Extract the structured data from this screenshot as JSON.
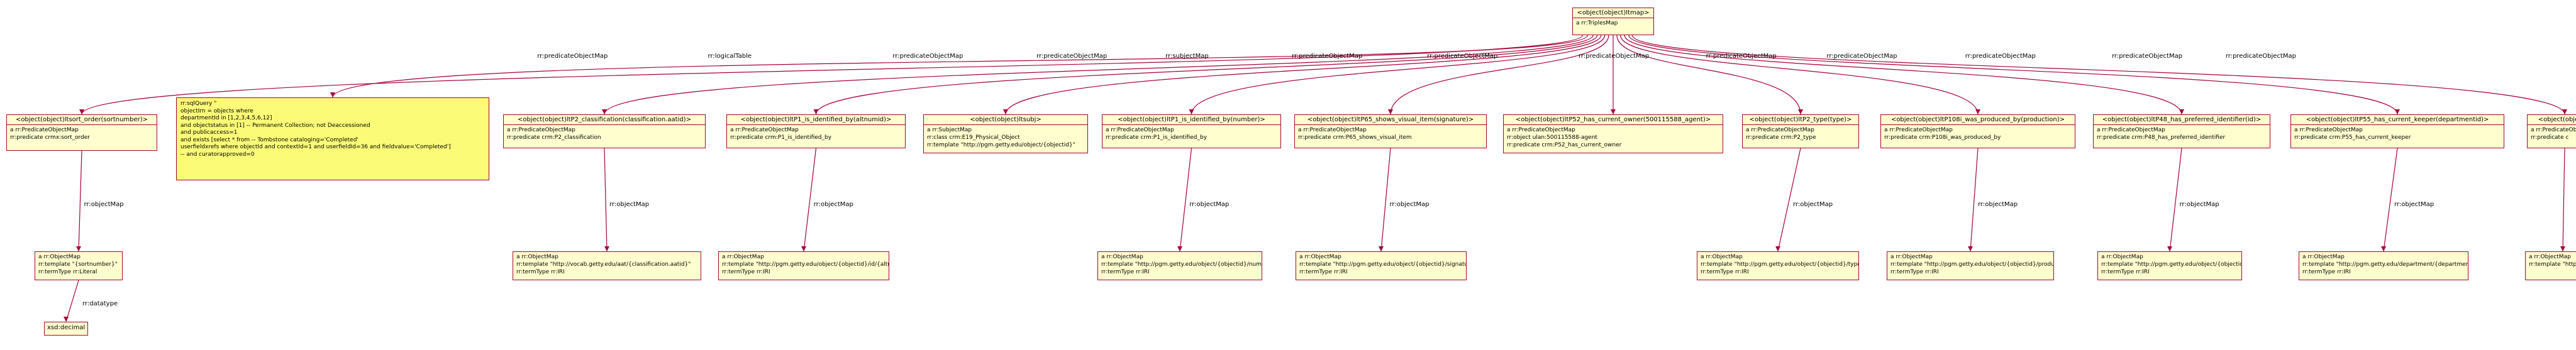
{
  "root": {
    "title": "<object(object)ltmap>",
    "lines": [
      "a rr:TriplesMap"
    ]
  },
  "top_edge_labels": [
    "rr:predicateObjectMap",
    "rr:logicalTable",
    "rr:predicateObjectMap",
    "rr:predicateObjectMap",
    "rr:subjectMap",
    "rr:predicateObjectMap",
    "rr:predicateObjectMap",
    "rr:predicateObjectMap",
    "rr:predicateObjectMap",
    "rr:predicateObjectMap",
    "rr:predicateObjectMap",
    "rr:predicateObjectMap",
    "rr:predicateObjectMap"
  ],
  "query_note": {
    "lines": [
      "rr:sqlQuery \"",
      "  objectIrn = objects where",
      "  departmentId in [1,2,3,4,5,6,12]",
      "  and objectstatus in [1] -- Permanent Collection; not Deaccessioned",
      "  and publicaccess=1",
      "  and exists [select * from -- Tombstone cataloging='Completed'",
      "    userfieldxrefs where objectId and contextId=1 and userfieldId=36 and fieldvalue='Completed']",
      "  -- and curatorapproved=0"
    ]
  },
  "nodes": [
    {
      "title": "<object(object)ltsort_order(sortnumber)>",
      "lines": [
        "a rr:PredicateObjectMap",
        "rr:predicate crmx:sort_order"
      ],
      "child_edge": "rr:objectMap",
      "child": [
        "a rr:ObjectMap",
        "rr:template \"{sortnumber}\"",
        "rr:termType rr:Literal"
      ],
      "literal_edge": "rr:datatype",
      "literal": "xsd:decimal"
    },
    {
      "title": "<object(object)ltP2_classification(classification.aatid)>",
      "lines": [
        "a rr:PredicateObjectMap",
        "rr:predicate crm:P2_classification"
      ],
      "child_edge": "rr:objectMap",
      "child": [
        "a rr:ObjectMap",
        "rr:template \"http://vocab.getty.edu/aat/{classification.aatid}\"",
        "rr:termType rr:IRI"
      ]
    },
    {
      "title": "<object(object)ltP1_is_identified_by(altnumid)>",
      "lines": [
        "a rr:PredicateObjectMap",
        "rr:predicate crm:P1_is_identified_by"
      ],
      "child_edge": "rr:objectMap",
      "child": [
        "a rr:ObjectMap",
        "rr:template \"http://pgm.getty.edu/object/{objectid}/id/{altnumid}\"",
        "rr:termType rr:IRI"
      ]
    },
    {
      "title": "<object(object)ltsubj>",
      "lines": [
        "a rr:SubjectMap",
        "rr:class crm:E19_Physical_Object",
        "rr:template \"http://pgm.getty.edu/object/{objectid}\""
      ]
    },
    {
      "title": "<object(object)ltP1_is_identified_by(number)>",
      "lines": [
        "a rr:PredicateObjectMap",
        "rr:predicate crm:P1_is_identified_by"
      ],
      "child_edge": "rr:objectMap",
      "child": [
        "a rr:ObjectMap",
        "rr:template \"http://pgm.getty.edu/object/{objectid}/number\"",
        "rr:termType rr:IRI"
      ]
    },
    {
      "title": "<object(object)ltP65_shows_visual_item(signature)>",
      "lines": [
        "a rr:PredicateObjectMap",
        "rr:predicate crm:P65_shows_visual_item"
      ],
      "child_edge": "rr:objectMap",
      "child": [
        "a rr:ObjectMap",
        "rr:template \"http://pgm.getty.edu/object/{objectid}/signature\"",
        "rr:termType rr:IRI"
      ]
    },
    {
      "title": "<object(object)ltP52_has_current_owner(500115588_agent)>",
      "lines": [
        "a rr:PredicateObjectMap",
        "rr:object ulan:500115588-agent",
        "rr:predicate crm:P52_has_current_owner"
      ]
    },
    {
      "title": "<object(object)ltP2_type(type)>",
      "lines": [
        "a rr:PredicateObjectMap",
        "rr:predicate crm:P2_type"
      ],
      "child_edge": "rr:objectMap",
      "child": [
        "a rr:ObjectMap",
        "rr:template \"http://pgm.getty.edu/object/{objectid}/type\"",
        "rr:termType rr:IRI"
      ]
    },
    {
      "title": "<object(object)ltP108i_was_produced_by(production)>",
      "lines": [
        "a rr:PredicateObjectMap",
        "rr:predicate crm:P108i_was_produced_by"
      ],
      "child_edge": "rr:objectMap",
      "child": [
        "a rr:ObjectMap",
        "rr:template \"http://pgm.getty.edu/object/{objectid}/production\"",
        "rr:termType rr:IRI"
      ]
    },
    {
      "title": "<object(object)ltP48_has_preferred_identifier(id)>",
      "lines": [
        "a rr:PredicateObjectMap",
        "rr:predicate crm:P48_has_preferred_identifier"
      ],
      "child_edge": "rr:objectMap",
      "child": [
        "a rr:ObjectMap",
        "rr:template \"http://pgm.getty.edu/object/{objectid}/id\"",
        "rr:termType rr:IRI"
      ]
    },
    {
      "title": "<object(object)ltP55_has_current_keeper(departmentid)>",
      "lines": [
        "a rr:PredicateObjectMap",
        "rr:predicate crm:P55_has_current_keeper"
      ],
      "child_edge": "rr:objectMap",
      "child": [
        "a rr:ObjectMap",
        "rr:template \"http://pgm.getty.edu/department/{departmentid}\"",
        "rr:termType rr:IRI"
      ]
    },
    {
      "title": "<object(object)lt",
      "lines": [
        "a rr:PredicateObjectMap",
        "rr:predicate c"
      ],
      "child": [
        "a rr:ObjectMap",
        "rr:template \"http://pgm"
      ]
    }
  ]
}
